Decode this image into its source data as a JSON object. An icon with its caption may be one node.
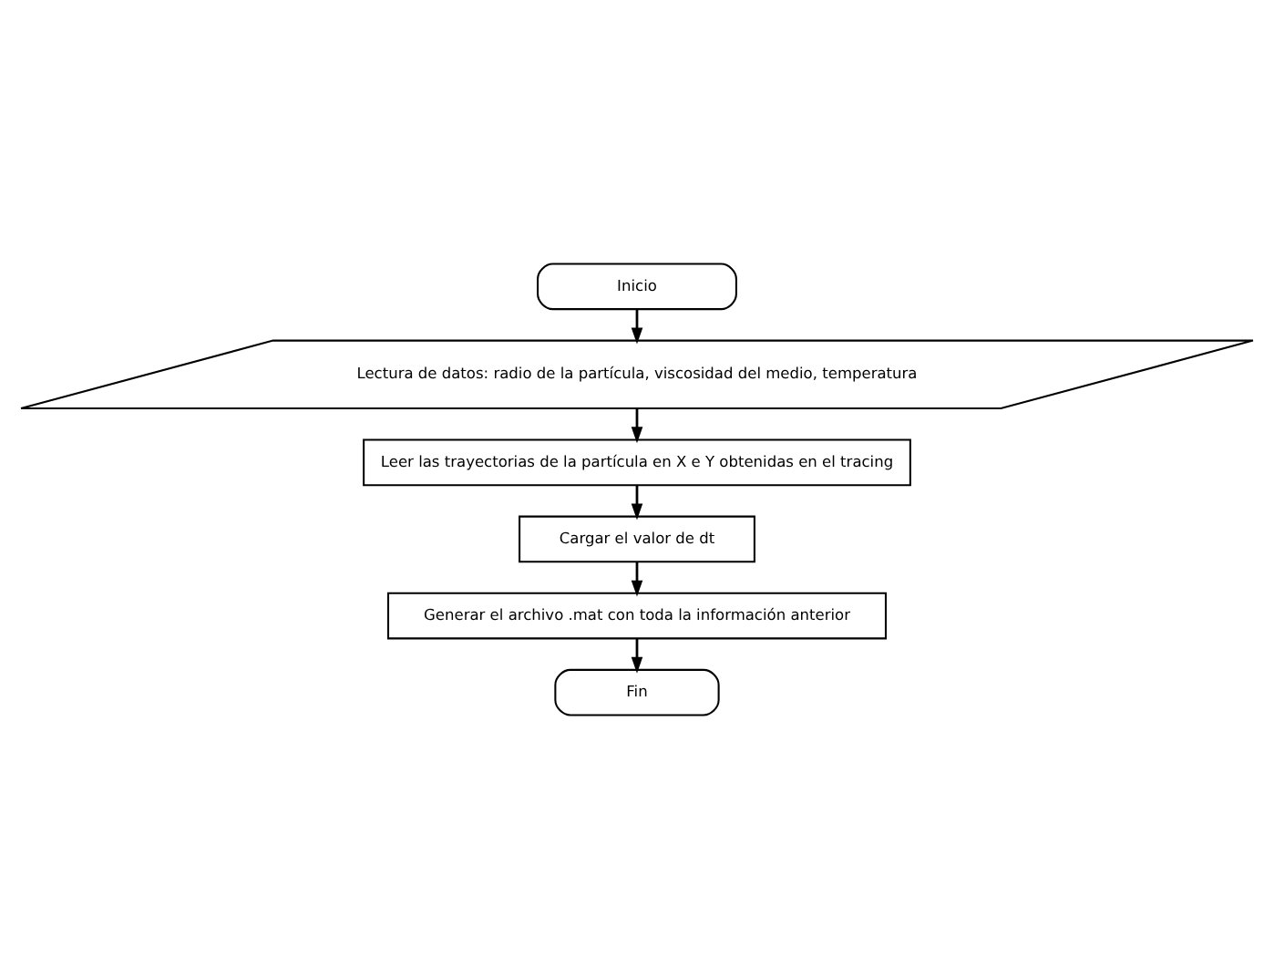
{
  "diagram": {
    "nodes": [
      {
        "text": [
          "Inicio"
        ]
      },
      {
        "text": [
          "Lectura de datos: radio de la partícula, viscosidad del medio, temperatura"
        ]
      },
      {
        "text": [
          "Leer las trayectorias de la partícula en X e Y obtenidas en el tracing"
        ]
      },
      {
        "text": [
          "Cargar el valor de dt"
        ]
      },
      {
        "text": [
          "Generar el archivo .mat con toda la información anterior"
        ]
      },
      {
        "text": [
          "Fin"
        ]
      }
    ],
    "edges": [
      {
        "from": 0,
        "to": 1,
        "arrow": "to"
      },
      {
        "from": 1,
        "to": 2,
        "arrow": "to"
      },
      {
        "from": 2,
        "to": 3,
        "arrow": "to"
      },
      {
        "from": 3,
        "to": 4,
        "arrow": "to"
      },
      {
        "from": 4,
        "to": 5,
        "arrow": "to"
      }
    ]
  }
}
